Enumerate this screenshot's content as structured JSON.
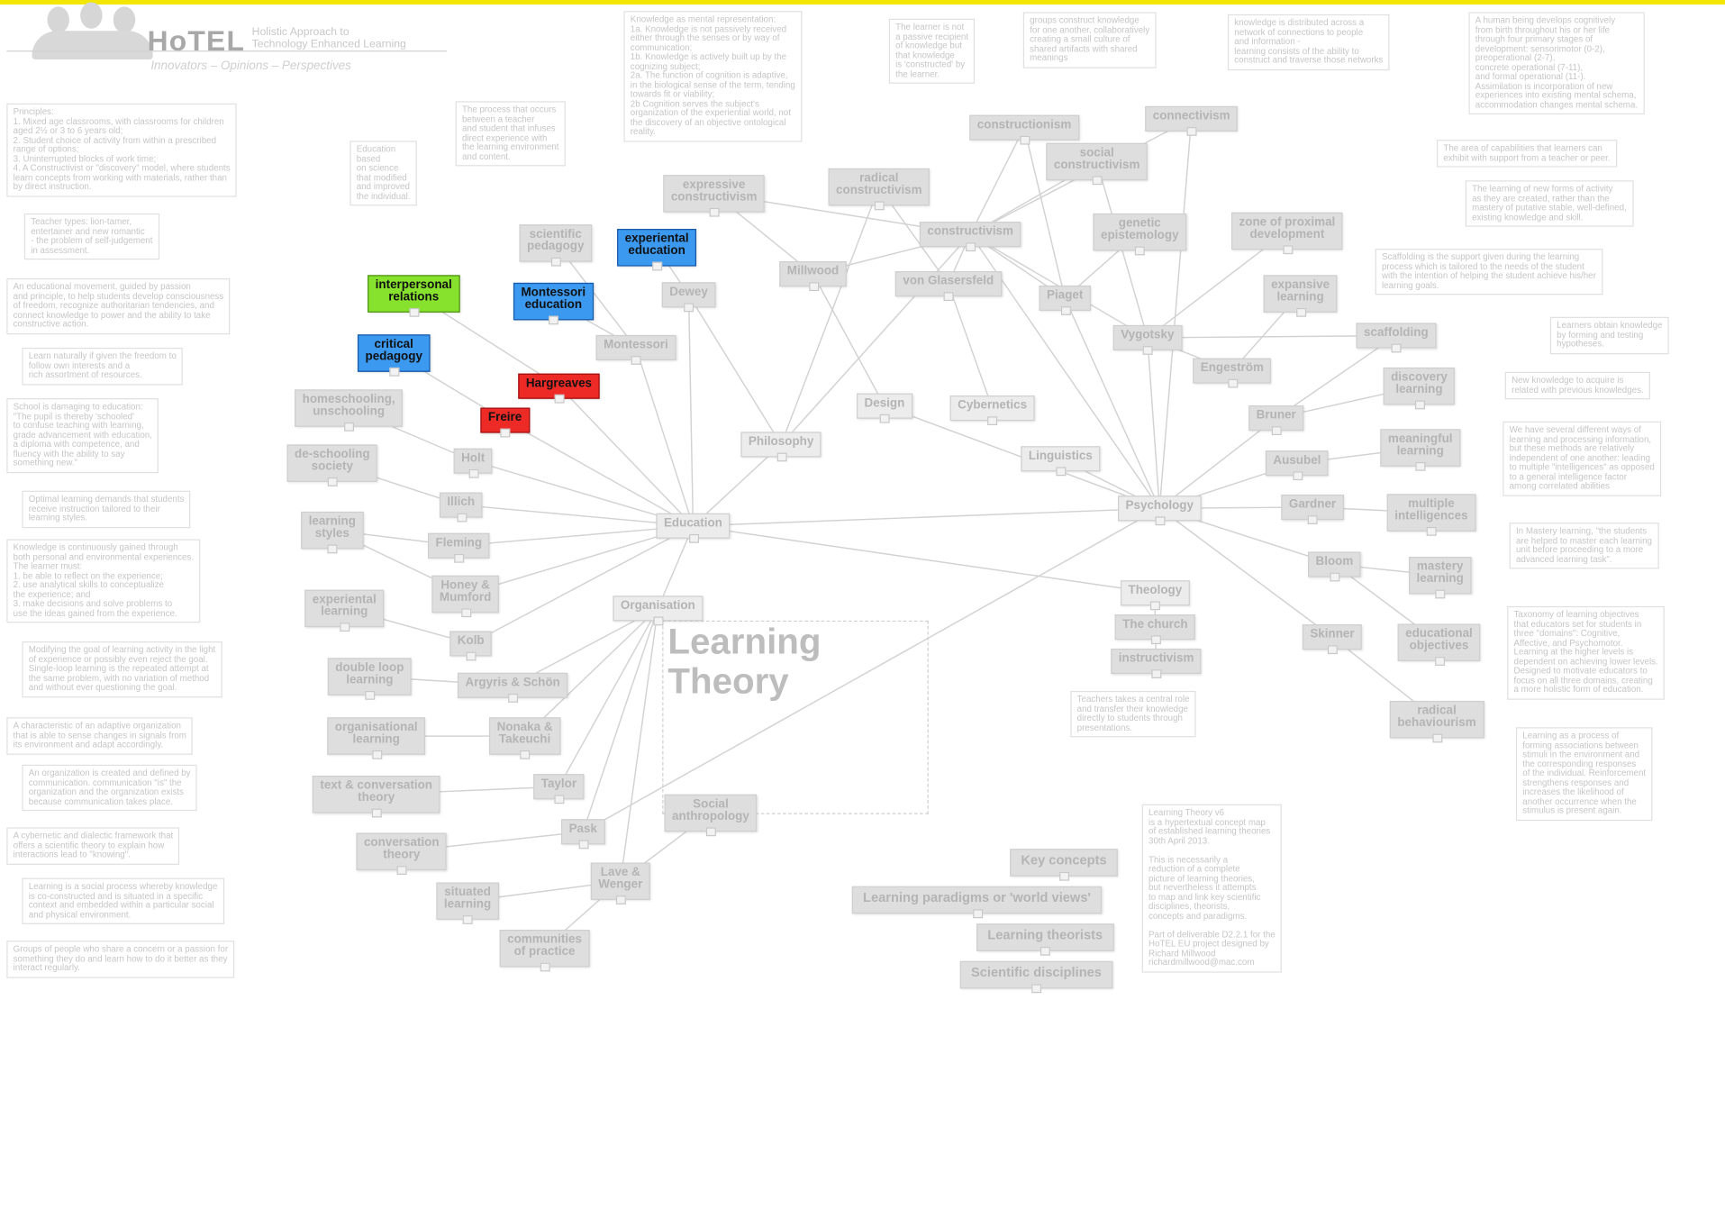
{
  "header": {
    "brand": "HoTEL",
    "brand_subtitle": "Holistic Approach to\nTechnology Enhanced Learning",
    "tagline": "Innovators – Opinions – Perspectives"
  },
  "legend": {
    "title": "Learning\nTheory",
    "items": [
      "Key concepts",
      "Learning paradigms or 'world views'",
      "Learning theorists",
      "Scientific disciplines"
    ]
  },
  "colors": {
    "highlight_green": "#87e22d",
    "highlight_blue": "#3b99f0",
    "highlight_red": "#ee2a27",
    "top_bar": "#f3e600"
  },
  "nodes": [
    {
      "id": "interpersonal-relations",
      "label": "interpersonal\nrelations",
      "color": "green"
    },
    {
      "id": "experiential-education",
      "label": "experiental\neducation",
      "color": "blue"
    },
    {
      "id": "montessori-education",
      "label": "Montessori\neducation",
      "color": "blue"
    },
    {
      "id": "critical-pedagogy",
      "label": "critical\npedagogy",
      "color": "blue"
    },
    {
      "id": "hargreaves",
      "label": "Hargreaves",
      "color": "red"
    },
    {
      "id": "freire",
      "label": "Freire",
      "color": "red"
    },
    {
      "id": "scientific-pedagogy",
      "label": "scientific\npedagogy"
    },
    {
      "id": "dewey",
      "label": "Dewey"
    },
    {
      "id": "montessori",
      "label": "Montessori"
    },
    {
      "id": "homeschooling",
      "label": "homeschooling,\nunschooling"
    },
    {
      "id": "deschooling",
      "label": "de-schooling\nsociety"
    },
    {
      "id": "holt",
      "label": "Holt"
    },
    {
      "id": "illich",
      "label": "Illich"
    },
    {
      "id": "learning-styles",
      "label": "learning\nstyles"
    },
    {
      "id": "fleming",
      "label": "Fleming"
    },
    {
      "id": "experiental-learning",
      "label": "experiental\nlearning"
    },
    {
      "id": "honey-mumford",
      "label": "Honey &\nMumford"
    },
    {
      "id": "kolb",
      "label": "Kolb"
    },
    {
      "id": "double-loop",
      "label": "double loop\nlearning"
    },
    {
      "id": "argyris-schon",
      "label": "Argyris & Schön"
    },
    {
      "id": "organisational-learning",
      "label": "organisational\nlearning"
    },
    {
      "id": "nonaka-takeuchi",
      "label": "Nonaka &\nTakeuchi"
    },
    {
      "id": "text-conversation",
      "label": "text & conversation\ntheory"
    },
    {
      "id": "taylor",
      "label": "Taylor"
    },
    {
      "id": "conversation-theory",
      "label": "conversation\ntheory"
    },
    {
      "id": "pask",
      "label": "Pask"
    },
    {
      "id": "situated-learning",
      "label": "situated\nlearning"
    },
    {
      "id": "lave-wenger",
      "label": "Lave &\nWenger"
    },
    {
      "id": "communities-of-practice",
      "label": "communities\nof practice"
    },
    {
      "id": "social-anthropology",
      "label": "Social\nanthropology"
    },
    {
      "id": "education",
      "label": "Education"
    },
    {
      "id": "organisation",
      "label": "Organisation"
    },
    {
      "id": "philosophy",
      "label": "Philosophy"
    },
    {
      "id": "design",
      "label": "Design"
    },
    {
      "id": "cybernetics",
      "label": "Cybernetics"
    },
    {
      "id": "linguistics",
      "label": "Linguistics"
    },
    {
      "id": "psychology",
      "label": "Psychology"
    },
    {
      "id": "theology",
      "label": "Theology"
    },
    {
      "id": "the-church",
      "label": "The church"
    },
    {
      "id": "instructivism",
      "label": "instructivism"
    },
    {
      "id": "expressive-constructivism",
      "label": "expressive\nconstructivism"
    },
    {
      "id": "radical-constructivism",
      "label": "radical\nconstructivism"
    },
    {
      "id": "millwood",
      "label": "Millwood"
    },
    {
      "id": "constructionism",
      "label": "constructionism"
    },
    {
      "id": "social-constructivism",
      "label": "social\nconstructivism"
    },
    {
      "id": "connectivism",
      "label": "connectivism"
    },
    {
      "id": "constructivism",
      "label": "constructivism"
    },
    {
      "id": "von-glasersfeld",
      "label": "von Glasersfeld"
    },
    {
      "id": "genetic-epistemology",
      "label": "genetic\nepistemology"
    },
    {
      "id": "zpd",
      "label": "zone of proximal\ndevelopment"
    },
    {
      "id": "piaget",
      "label": "Piaget"
    },
    {
      "id": "expansive-learning",
      "label": "expansive\nlearning"
    },
    {
      "id": "vygotsky",
      "label": "Vygotsky"
    },
    {
      "id": "scaffolding",
      "label": "scaffolding"
    },
    {
      "id": "engestrom",
      "label": "Engeström"
    },
    {
      "id": "discovery-learning",
      "label": "discovery\nlearning"
    },
    {
      "id": "bruner",
      "label": "Bruner"
    },
    {
      "id": "meaningful-learning",
      "label": "meaningful\nlearning"
    },
    {
      "id": "ausubel",
      "label": "Ausubel"
    },
    {
      "id": "gardner",
      "label": "Gardner"
    },
    {
      "id": "multiple-intelligences",
      "label": "multiple\nintelligences"
    },
    {
      "id": "bloom",
      "label": "Bloom"
    },
    {
      "id": "mastery-learning",
      "label": "mastery\nlearning"
    },
    {
      "id": "skinner",
      "label": "Skinner"
    },
    {
      "id": "educational-objectives",
      "label": "educational\nobjectives"
    },
    {
      "id": "radical-behaviourism",
      "label": "radical\nbehaviourism"
    }
  ],
  "notes": [
    {
      "id": "note-montessori-principles",
      "text": "Principles:\n1. Mixed age classrooms, with classrooms for children\naged 2½ or 3 to 6 years old;\n2. Student choice of activity from within a prescribed\nrange of options;\n3. Uninterrupted blocks of work time;\n4. A Constructivist or \"discovery\" model, where students\nlearn concepts from working with materials, rather than\nby direct instruction."
    },
    {
      "id": "note-teacher-types",
      "text": "Teacher types: lion-tamer,\nentertainer and new romantic\n- the problem of self-judgement\nin assessment."
    },
    {
      "id": "note-educational-movement",
      "text": "An educational movement, guided by passion\nand principle, to help students develop consciousness\nof freedom, recognize authoritarian tendencies, and\nconnect knowledge to power and the ability to take\nconstructive action."
    },
    {
      "id": "note-learn-naturally",
      "text": "Learn naturally if given the freedom to\nfollow own interests and a\nrich assortment of resources."
    },
    {
      "id": "note-school-damaging",
      "text": "School is damaging to education:\n\"The pupil is thereby 'schooled'\nto confuse teaching with learning,\ngrade advancement with education,\na diploma with competence, and\nfluency with the ability to say\nsomething new.\""
    },
    {
      "id": "note-optimal-learning",
      "text": "Optimal learning demands that students\nreceive instruction tailored to their\nlearning styles."
    },
    {
      "id": "note-knowledge-gained",
      "text": "Knowledge is continuously gained through\nboth personal and environmental experiences.\nThe learner must:\n1. be able to reflect on the experience;\n2. use analytical skills to conceptualize\nthe experience; and\n3. make decisions and solve problems to\nuse the ideas gained from the experience."
    },
    {
      "id": "note-double-loop",
      "text": "Modifying the goal of learning activity in the light\nof experience or possibly even reject the goal.\nSingle-loop learning is the repeated attempt at\nthe same problem, with no variation of method\nand without ever questioning the goal."
    },
    {
      "id": "note-adaptive-organization",
      "text": "A characteristic of an adaptive organization\nthat is able to sense changes in signals from\nits environment and adapt accordingly."
    },
    {
      "id": "note-organization-communication",
      "text": "An organization is created and defined by\ncommunication. communication \"is\" the\norganization and the organization exists\nbecause communication takes place."
    },
    {
      "id": "note-cybernetic-framework",
      "text": "A cybernetic and dialectic framework that\noffers a scientific theory to explain how\ninteractions lead to \"knowing\"."
    },
    {
      "id": "note-social-process",
      "text": "Learning is a social process whereby knowledge\nis co-constructed and is situated in a specific\ncontext and embedded within a particular social\nand physical environment."
    },
    {
      "id": "note-groups-of-people",
      "text": "Groups of people who share a concern or a passion for\nsomething they do and learn how to do it better as they\ninteract regularly."
    },
    {
      "id": "note-education-science",
      "text": "Education\nbased\non science\nthat modified\nand improved\nthe individual."
    },
    {
      "id": "note-process-occurs",
      "text": "The process that occurs\nbetween a teacher\nand student that infuses\ndirect experience with\nthe learning environment\nand content."
    },
    {
      "id": "note-mental-representation",
      "text": "Knowledge as mental representation:\n1a. Knowledge is not passively received\neither through the senses or by way of\ncommunication;\n1b. Knowledge is actively built up by the\ncognizing subject;\n2a. The function of cognition is adaptive,\nin the biological sense of the term, tending\ntowards fit or viability;\n2b Cognition serves the subject's\norganization of the experiential world, not\nthe discovery of an objective ontological\nreality."
    },
    {
      "id": "note-not-passive",
      "text": "The learner is not\na passive recipient\nof knowledge but\nthat knowledge\nis 'constructed' by\nthe learner."
    },
    {
      "id": "note-groups-construct",
      "text": "groups construct knowledge\nfor one another, collaboratively\ncreating a small culture of\nshared artifacts with shared\nmeanings"
    },
    {
      "id": "note-knowledge-distributed",
      "text": "knowledge is distributed across a\nnetwork of connections to people\nand information -\nlearning consists of the ability to\nconstruct and traverse those networks"
    },
    {
      "id": "note-human-develops",
      "text": "A human being develops cognitively\nfrom birth throughout his or her life\nthrough four primary stages of\ndevelopment: sensorimotor (0-2),\npreoperational (2-7),\nconcrete operational (7-11),\nand formal operational (11-).\nAssimilation is incorporation of new\nexperiences into existing mental schema,\naccommodation changes mental schema."
    },
    {
      "id": "note-area-capabilities",
      "text": "The area of capabilities that learners can\nexhibit with support from a teacher or peer."
    },
    {
      "id": "note-new-forms",
      "text": "The learning of new forms of activity\nas they are created, rather than the\nmastery of putative stable, well-defined,\nexisting knowledge and skill."
    },
    {
      "id": "note-scaffolding",
      "text": "Scaffolding is the support given during the learning\nprocess which is tailored to the needs of the student\nwith the intention of helping the student achieve his/her\nlearning goals."
    },
    {
      "id": "note-learners-obtain",
      "text": "Learners obtain knowledge\nby forming and testing\nhypotheses."
    },
    {
      "id": "note-new-knowledge",
      "text": "New knowledge to acquire is\nrelated with previous knowledges."
    },
    {
      "id": "note-different-ways",
      "text": "We have several different ways of\nlearning and processing information,\nbut these methods are relatively\nindependent of one another: leading\nto multiple \"intelligences\" as opposed\nto a general intelligence factor\namong correlated abilities"
    },
    {
      "id": "note-mastery",
      "text": "In Mastery learning, \"the students\nare helped to master each learning\nunit before proceeding to a more\nadvanced learning task\"."
    },
    {
      "id": "note-taxonomy",
      "text": "Taxonomy of learning objectives\nthat educators set for students in\nthree \"domains\": Cognitive,\nAffective, and Psychomotor.\nLearning at the higher levels is\ndependent on achieving lower levels.\nDesigned to motivate educators to\nfocus on all three domains, creating\na more holistic form of education."
    },
    {
      "id": "note-process-forming",
      "text": "Learning as a process of\nforming associations between\nstimuli in the environment and\nthe corresponding responses\nof the individual. Reinforcement\nstrengthens responses and\nincreases the likelihood of\nanother occurrence when the\nstimulus is present again."
    },
    {
      "id": "note-teachers-central",
      "text": "Teachers takes a central role\nand transfer their knowledge\ndirectly to students through\npresentations."
    },
    {
      "id": "note-about",
      "text": "Learning Theory v6\nis a hypertextual concept map\nof established learning theories\n30th April 2013.\n\nThis is necessarily a\nreduction of a complete\npicture of learning theories,\nbut nevertheless it attempts\nto map and link key scientific\ndisciplines, theorists,\nconcepts and paradigms.\n\nPart of deliverable D2.2.1 for the\nHoTEL EU project designed by\nRichard Millwood\nrichardmillwood@mac.com"
    }
  ]
}
